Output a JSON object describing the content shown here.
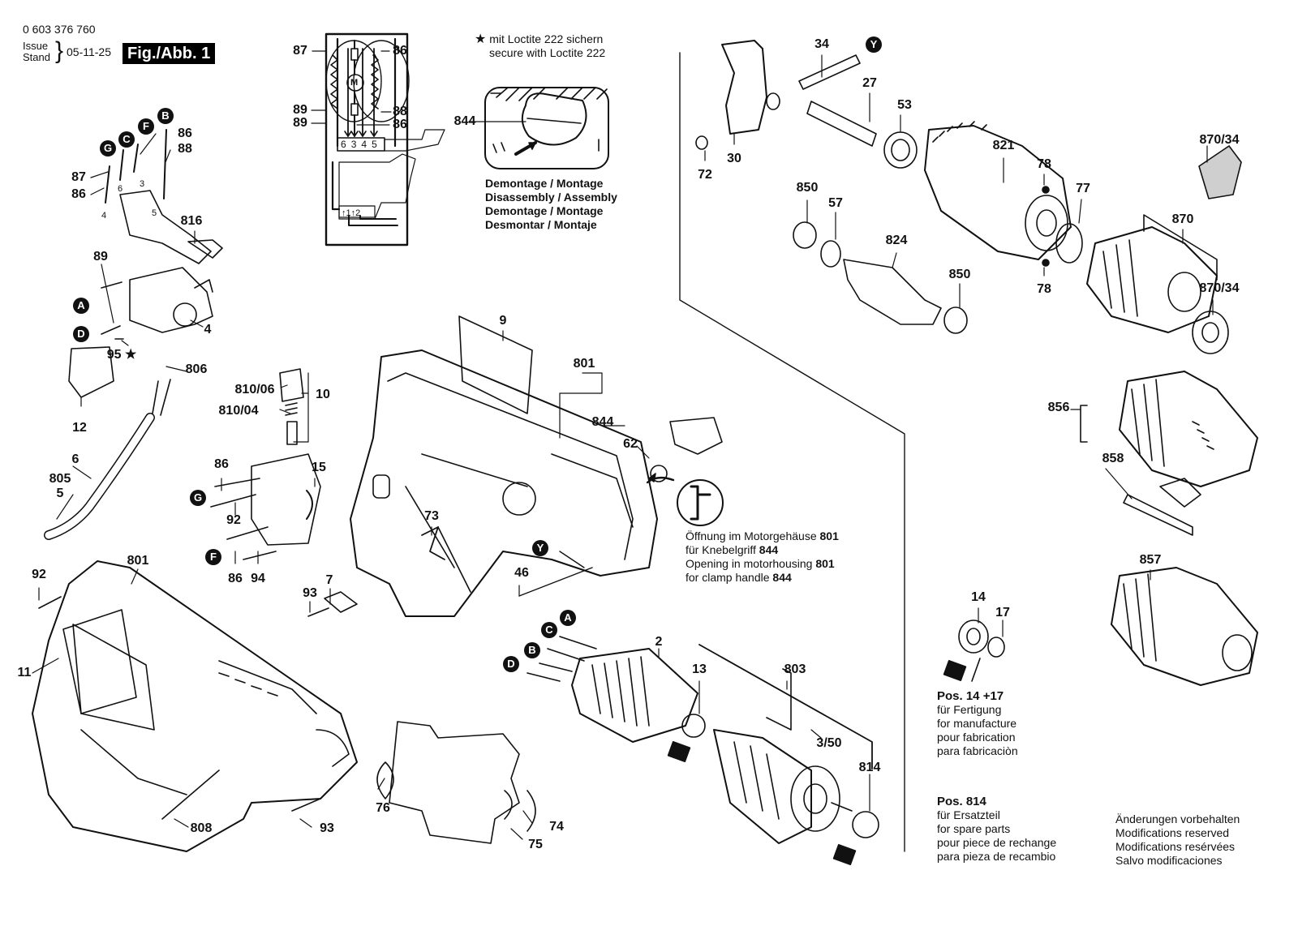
{
  "header": {
    "part_number": "0 603 376 760",
    "issue_label": "Issue",
    "stand_label": "Stand",
    "date": "05-11-25",
    "figure_label": "Fig./Abb. 1"
  },
  "notes": {
    "loctite": {
      "symbol": "★",
      "line1": "mit Loctite 222 sichern",
      "line2": "secure with Loctite 222"
    },
    "assembly": [
      "Demontage / Montage",
      "Disassembly / Assembly",
      "Demontage / Montage",
      "Desmontar / Montaje"
    ],
    "opening": {
      "line1_text": "Öffnung im Motorgehäuse",
      "line1_bold": "801",
      "line2_text": "für Knebelgriff",
      "line2_bold": "844",
      "line3_text": "Opening in motorhousing",
      "line3_bold": "801",
      "line4_text": "for clamp handle",
      "line4_bold": "844"
    },
    "pos14_17": {
      "title": "Pos. 14 +17",
      "lines": [
        "für Fertigung",
        "for manufacture",
        "pour fabrication",
        "para fabricaciòn"
      ]
    },
    "pos814": {
      "title": "Pos. 814",
      "lines": [
        "für Ersatzteil",
        "for spare parts",
        "pour piece de rechange",
        "para pieza de recambio"
      ]
    },
    "modifications": [
      "Änderungen vorbehalten",
      "Modifications reserved",
      "Modifications resérvées",
      "Salvo modificaciones"
    ]
  },
  "wiring": {
    "terminals": [
      "6",
      "3",
      "4",
      "5"
    ],
    "switch_terminals": "↑1↑2",
    "motor_symbol": "M"
  },
  "callouts": [
    {
      "id": "c-87-w",
      "text": "87"
    },
    {
      "id": "c-86-w1",
      "text": "86"
    },
    {
      "id": "c-89-w1",
      "text": "89"
    },
    {
      "id": "c-89-w2",
      "text": "89"
    },
    {
      "id": "c-88-w",
      "text": "88"
    },
    {
      "id": "c-86-w2",
      "text": "86"
    },
    {
      "id": "c-844-a",
      "text": "844"
    },
    {
      "id": "c-86-t1",
      "text": "86"
    },
    {
      "id": "c-88-t",
      "text": "88"
    },
    {
      "id": "c-87-t",
      "text": "87"
    },
    {
      "id": "c-86-t2",
      "text": "86"
    },
    {
      "id": "c-6-t",
      "text": "6"
    },
    {
      "id": "c-3-t",
      "text": "3"
    },
    {
      "id": "c-4-t",
      "text": "4"
    },
    {
      "id": "c-5-t",
      "text": "5"
    },
    {
      "id": "c-816",
      "text": "816"
    },
    {
      "id": "c-89",
      "text": "89"
    },
    {
      "id": "c-4",
      "text": "4"
    },
    {
      "id": "c-95",
      "text": "95 ★"
    },
    {
      "id": "c-806",
      "text": "806"
    },
    {
      "id": "c-12",
      "text": "12"
    },
    {
      "id": "c-6",
      "text": "6"
    },
    {
      "id": "c-805",
      "text": "805"
    },
    {
      "id": "c-5",
      "text": "5"
    },
    {
      "id": "c-810-06",
      "text": "810/06"
    },
    {
      "id": "c-810-04",
      "text": "810/04"
    },
    {
      "id": "c-10",
      "text": "10"
    },
    {
      "id": "c-15",
      "text": "15"
    },
    {
      "id": "c-86-b1",
      "text": "86"
    },
    {
      "id": "c-92-b",
      "text": "92"
    },
    {
      "id": "c-86-b2",
      "text": "86"
    },
    {
      "id": "c-94",
      "text": "94"
    },
    {
      "id": "c-9",
      "text": "9"
    },
    {
      "id": "c-801-a",
      "text": "801"
    },
    {
      "id": "c-844-b",
      "text": "844"
    },
    {
      "id": "c-62",
      "text": "62"
    },
    {
      "id": "c-73",
      "text": "73"
    },
    {
      "id": "c-46",
      "text": "46"
    },
    {
      "id": "c-93-a",
      "text": "93"
    },
    {
      "id": "c-7",
      "text": "7"
    },
    {
      "id": "c-92",
      "text": "92"
    },
    {
      "id": "c-801-b",
      "text": "801"
    },
    {
      "id": "c-11",
      "text": "11"
    },
    {
      "id": "c-808",
      "text": "808"
    },
    {
      "id": "c-93-b",
      "text": "93"
    },
    {
      "id": "c-76",
      "text": "76"
    },
    {
      "id": "c-74",
      "text": "74"
    },
    {
      "id": "c-75",
      "text": "75"
    },
    {
      "id": "c-2",
      "text": "2"
    },
    {
      "id": "c-13",
      "text": "13"
    },
    {
      "id": "c-803",
      "text": "803"
    },
    {
      "id": "c-3-50",
      "text": "3/50"
    },
    {
      "id": "c-814",
      "text": "814"
    },
    {
      "id": "c-34",
      "text": "34"
    },
    {
      "id": "c-27",
      "text": "27"
    },
    {
      "id": "c-53",
      "text": "53"
    },
    {
      "id": "c-30",
      "text": "30"
    },
    {
      "id": "c-72",
      "text": "72"
    },
    {
      "id": "c-821",
      "text": "821"
    },
    {
      "id": "c-78-a",
      "text": "78"
    },
    {
      "id": "c-78-b",
      "text": "78"
    },
    {
      "id": "c-77",
      "text": "77"
    },
    {
      "id": "c-850-a",
      "text": "850"
    },
    {
      "id": "c-57",
      "text": "57"
    },
    {
      "id": "c-824",
      "text": "824"
    },
    {
      "id": "c-850-b",
      "text": "850"
    },
    {
      "id": "c-870-34-a",
      "text": "870/34"
    },
    {
      "id": "c-870",
      "text": "870"
    },
    {
      "id": "c-870-34-b",
      "text": "870/34"
    },
    {
      "id": "c-856",
      "text": "856"
    },
    {
      "id": "c-858",
      "text": "858"
    },
    {
      "id": "c-857",
      "text": "857"
    },
    {
      "id": "c-14",
      "text": "14"
    },
    {
      "id": "c-17",
      "text": "17"
    }
  ],
  "markers": [
    {
      "id": "m-G-t",
      "text": "G"
    },
    {
      "id": "m-C-t",
      "text": "C"
    },
    {
      "id": "m-F-t",
      "text": "F"
    },
    {
      "id": "m-B-t",
      "text": "B"
    },
    {
      "id": "m-A-s",
      "text": "A"
    },
    {
      "id": "m-D-s",
      "text": "D"
    },
    {
      "id": "m-G-b",
      "text": "G"
    },
    {
      "id": "m-F-b",
      "text": "F"
    },
    {
      "id": "m-A-m",
      "text": "A"
    },
    {
      "id": "m-C-m",
      "text": "C"
    },
    {
      "id": "m-B-m",
      "text": "B"
    },
    {
      "id": "m-D-m",
      "text": "D"
    },
    {
      "id": "m-Y-top",
      "text": "Y"
    },
    {
      "id": "m-Y-h",
      "text": "Y"
    }
  ]
}
